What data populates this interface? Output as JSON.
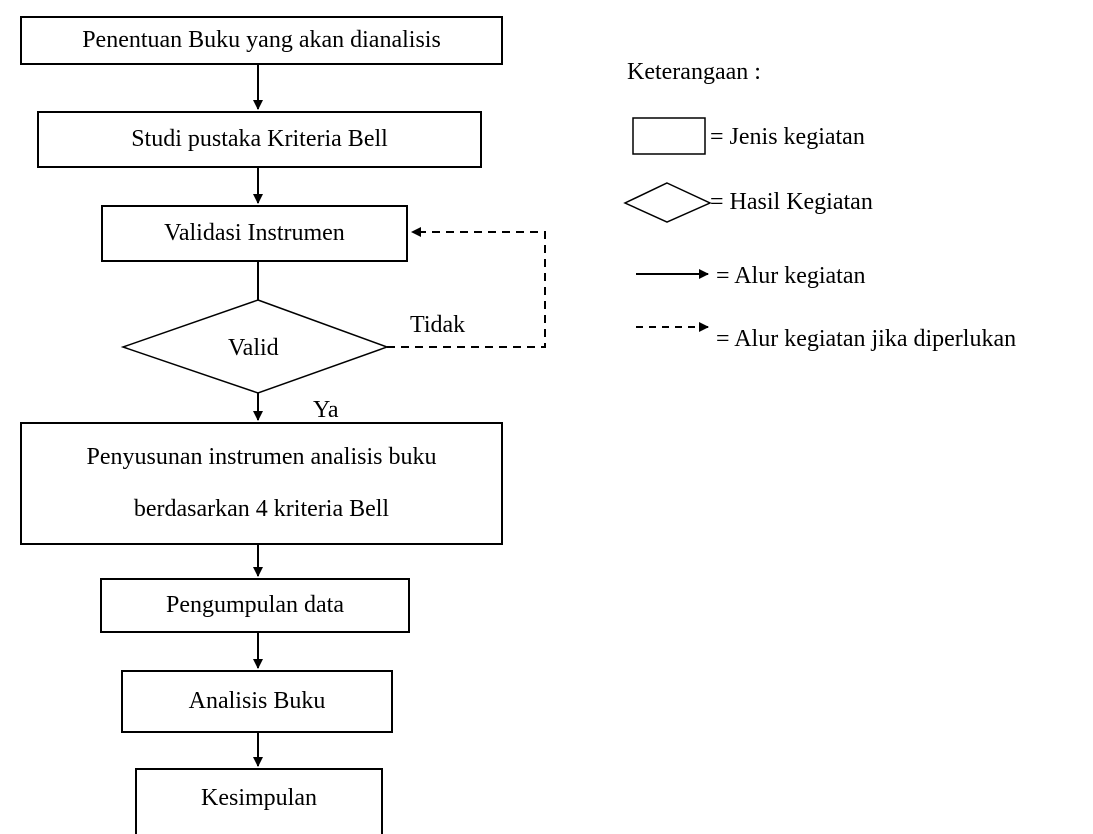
{
  "flowchart": {
    "step_penentuan": "Penentuan Buku yang akan dianalisis",
    "step_studi": "Studi pustaka Kriteria Bell",
    "step_validasi": "Validasi Instrumen",
    "decision_valid": "Valid",
    "label_tidak": "Tidak",
    "label_ya": "Ya",
    "step_penyusunan_line1": "Penyusunan instrumen analisis buku",
    "step_penyusunan_line2": "berdasarkan 4 kriteria Bell",
    "step_pengumpulan": "Pengumpulan data",
    "step_analisis": "Analisis Buku",
    "step_kesimpulan": "Kesimpulan"
  },
  "legend": {
    "title": "Keterangaan :",
    "rect": "= Jenis kegiatan",
    "diamond": "= Hasil Kegiatan",
    "solid_arrow": "= Alur kegiatan",
    "dashed_arrow": "= Alur kegiatan jika diperlukan"
  },
  "colors": {
    "stroke": "#000000",
    "background": "#ffffff"
  }
}
